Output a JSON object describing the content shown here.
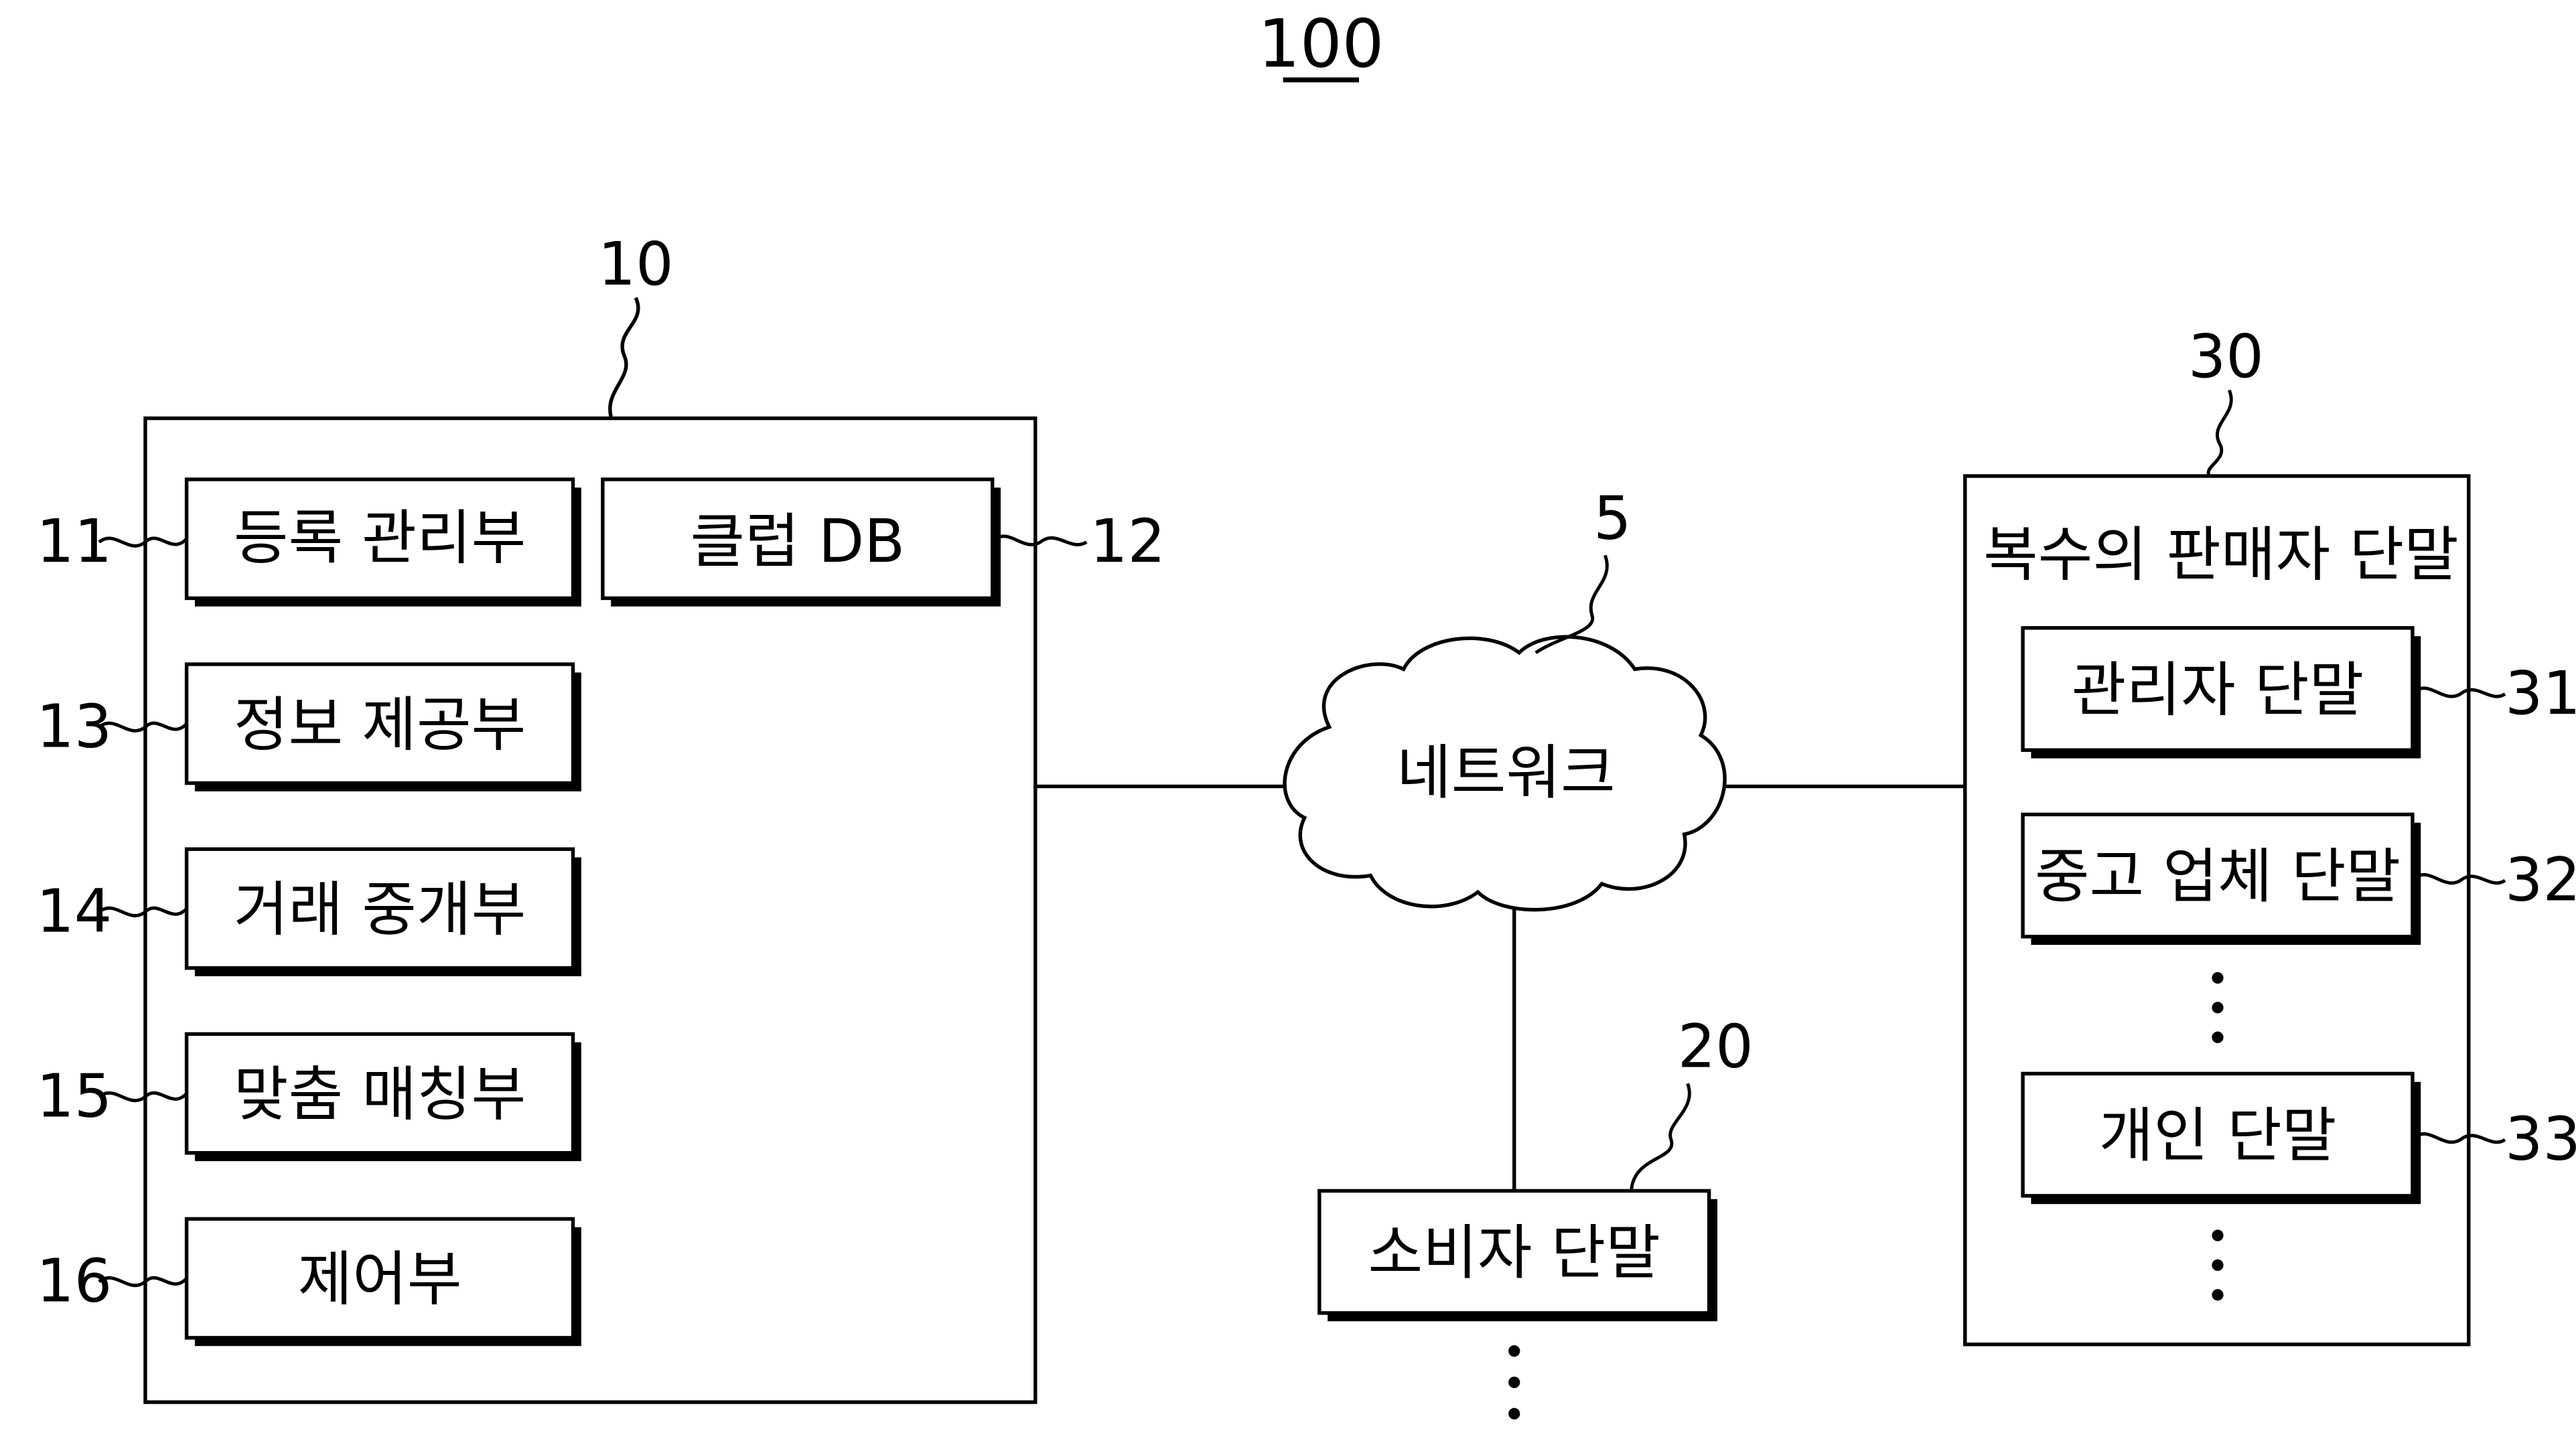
{
  "diagram": {
    "title_number": "100",
    "server": {
      "number": "10",
      "modules": [
        {
          "number": "11",
          "label": "등록 관리부"
        },
        {
          "number": "12",
          "label": "클럽 DB"
        },
        {
          "number": "13",
          "label": "정보 제공부"
        },
        {
          "number": "14",
          "label": "거래 중개부"
        },
        {
          "number": "15",
          "label": "맞춤 매칭부"
        },
        {
          "number": "16",
          "label": "제어부"
        }
      ]
    },
    "network": {
      "number": "5",
      "label": "네트워크"
    },
    "consumer": {
      "number": "20",
      "label": "소비자 단말"
    },
    "sellers": {
      "number": "30",
      "title": "복수의 판매자 단말",
      "terminals": [
        {
          "number": "31",
          "label": "관리자 단말"
        },
        {
          "number": "32",
          "label": "중고 업체 단말"
        },
        {
          "number": "33",
          "label": "개인 단말"
        }
      ]
    }
  }
}
